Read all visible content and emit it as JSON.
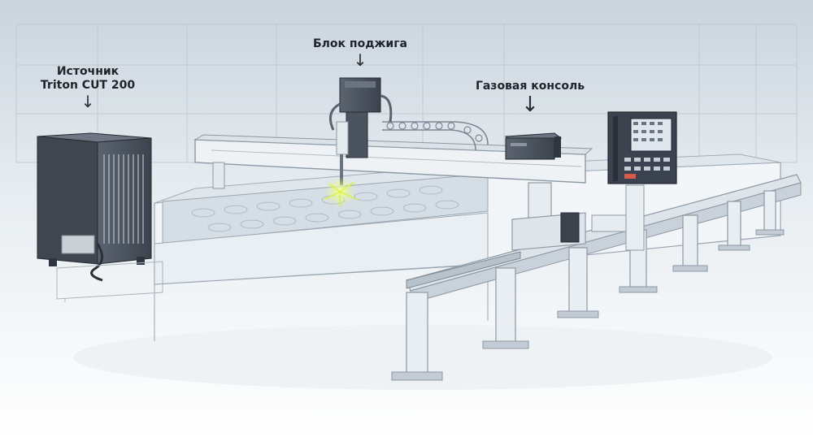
{
  "callouts": {
    "source": {
      "line1": "Источник",
      "line2": "Triton CUT 200",
      "arrow": "↓"
    },
    "ignition": {
      "label": "Блок поджига",
      "arrow": "↓"
    },
    "gas_console": {
      "label": "Газовая консоль",
      "arrow": "↓"
    }
  },
  "colors": {
    "background_top": "#c9d4dd",
    "background_bottom": "#ffffff",
    "cabinet": "#4c5561",
    "cabinet_dark": "#2f353e",
    "control_panel": "#3b4350",
    "accent_spark": "#e8ff5a",
    "label_text": "#1f232a"
  }
}
